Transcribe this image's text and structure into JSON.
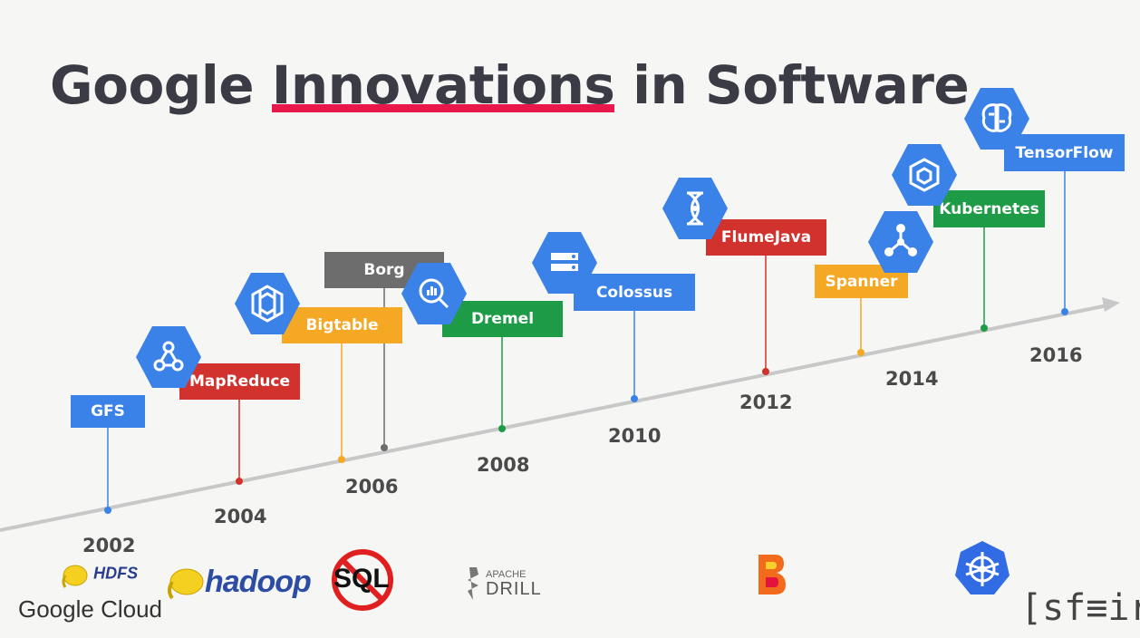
{
  "title": {
    "part1": "Google ",
    "highlight": "Innovations",
    "part2": " in Software"
  },
  "innovations": [
    {
      "name": "GFS",
      "color": "#3b82e8",
      "icon": null
    },
    {
      "name": "MapReduce",
      "color": "#d2322d",
      "icon": "mapreduce-icon"
    },
    {
      "name": "Bigtable",
      "color": "#f4a824",
      "icon": "bigtable-icon"
    },
    {
      "name": "Borg",
      "color": "#6d6d6d",
      "icon": null
    },
    {
      "name": "Dremel",
      "color": "#1e9b46",
      "icon": "bigquery-icon"
    },
    {
      "name": "Colossus",
      "color": "#3b82e8",
      "icon": "storage-icon"
    },
    {
      "name": "FlumeJava",
      "color": "#d2322d",
      "icon": "dataflow-icon"
    },
    {
      "name": "Spanner",
      "color": "#f4a824",
      "icon": "spanner-icon"
    },
    {
      "name": "Kubernetes",
      "color": "#1e9b46",
      "icon": "container-engine-icon"
    },
    {
      "name": "TensorFlow",
      "color": "#3b82e8",
      "icon": "machine-learning-icon"
    }
  ],
  "years": [
    "2002",
    "2004",
    "2006",
    "2008",
    "2010",
    "2012",
    "2014",
    "2016"
  ],
  "logos": {
    "hdfs": "HDFS",
    "hadoop": "hadoop",
    "sql": "SQL",
    "drill_top": "APACHE",
    "drill_bottom": "DRILL",
    "google_cloud": "Google Cloud",
    "sfeir": "[sf≡ir]"
  },
  "colors": {
    "hex_icon": "#3b82e8",
    "axis": "#c8c8c8",
    "underline": "#e8184a"
  }
}
